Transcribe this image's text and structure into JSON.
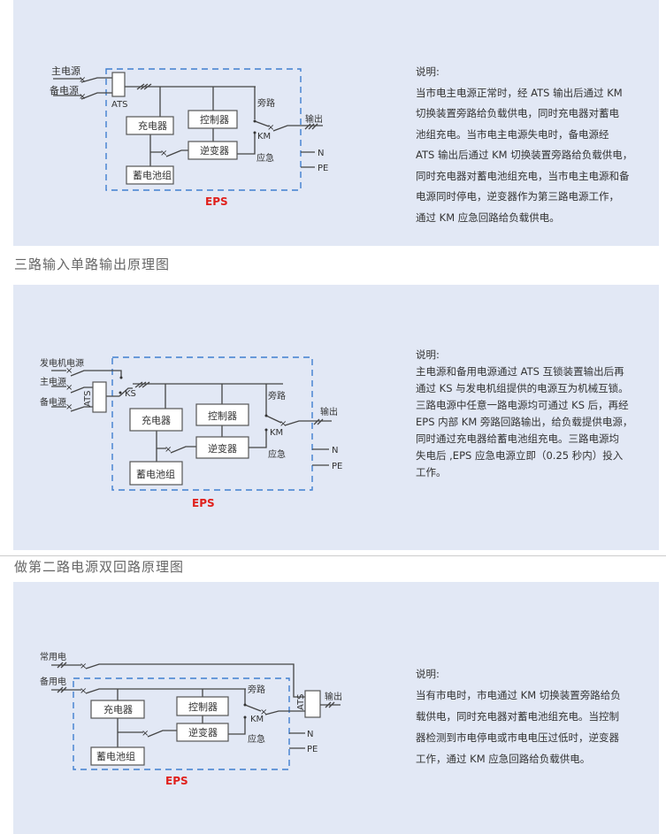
{
  "sections": [
    {
      "diagram": {
        "inputs": [
          "主电源",
          "备电源"
        ],
        "ats": "ATS",
        "charger": "充电器",
        "controller": "控制器",
        "inverter": "逆变器",
        "battery": "蓄电池组",
        "bypass": "旁路",
        "km": "KM",
        "emergency": "应急",
        "output": "输出",
        "n": "N",
        "pe": "PE",
        "eps": "EPS"
      },
      "description": {
        "heading": "说明:",
        "lines": [
          "当市电主电源正常时，经 ATS 输出后通过 KM",
          "切换装置旁路给负载供电，同时充电器对蓄电",
          "池组充电。当市电主电源失电时，备电源经",
          "ATS 输出后通过 KM 切换装置旁路给负载供电，",
          "同时充电器对蓄电池组充电，当市电主电源和备",
          "电源同时停电，逆变器作为第三路电源工作，",
          "通过 KM 应急回路给负载供电。"
        ]
      }
    },
    {
      "title": "三路输入单路输出原理图",
      "diagram": {
        "inputs": [
          "发电机电源",
          "主电源",
          "备电源"
        ],
        "ats": "ATS",
        "ks": "KS",
        "charger": "充电器",
        "controller": "控制器",
        "inverter": "逆变器",
        "battery": "蓄电池组",
        "bypass": "旁路",
        "km": "KM",
        "emergency": "应急",
        "output": "输出",
        "n": "N",
        "pe": "PE",
        "eps": "EPS"
      },
      "description": {
        "heading": "说明:",
        "lines": [
          "主电源和备用电源通过 ATS 互锁装置输出后再",
          "通过 KS 与发电机组提供的电源互为机械互锁。",
          "三路电源中任意一路电源均可通过 KS 后，再经",
          "EPS 内部 KM 旁路回路输出，给负载提供电源，",
          "同时通过充电器给蓄电池组充电。三路电源均",
          "失电后 ,EPS 应急电源立即（0.25 秒内）投入",
          "工作。"
        ]
      }
    },
    {
      "title": "做第二路电源双回路原理图",
      "diagram": {
        "inputs": [
          "常用电",
          "备用电"
        ],
        "ats": "ATS",
        "charger": "充电器",
        "controller": "控制器",
        "inverter": "逆变器",
        "battery": "蓄电池组",
        "bypass": "旁路",
        "km": "KM",
        "emergency": "应急",
        "output": "输出",
        "n": "N",
        "pe": "PE",
        "eps": "EPS"
      },
      "description": {
        "heading": "说明:",
        "lines": [
          "当有市电时，市电通过 KM 切换装置旁路给负",
          "载供电，同时充电器对蓄电池组充电。当控制",
          "器检测到市电停电或市电电压过低时，逆变器",
          "工作，通过 KM 应急回路给负载供电。"
        ]
      }
    }
  ]
}
